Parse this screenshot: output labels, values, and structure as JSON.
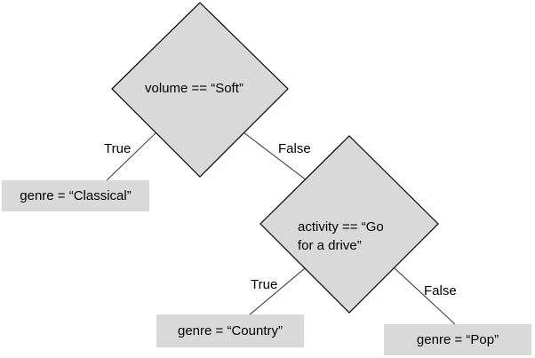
{
  "diagram": {
    "colors": {
      "fill": "#d9d9d9",
      "stroke": "#000000",
      "edge": "#555555"
    },
    "root": {
      "condition": "volume == “Soft”",
      "true_label": "True",
      "false_label": "False"
    },
    "leaf_true_root": "genre = “Classical”",
    "inner": {
      "condition_line1": "activity == “Go",
      "condition_line2": "for a drive”",
      "true_label": "True",
      "false_label": "False"
    },
    "leaf_true_inner": "genre = “Country”",
    "leaf_false_inner": "genre = “Pop”"
  }
}
